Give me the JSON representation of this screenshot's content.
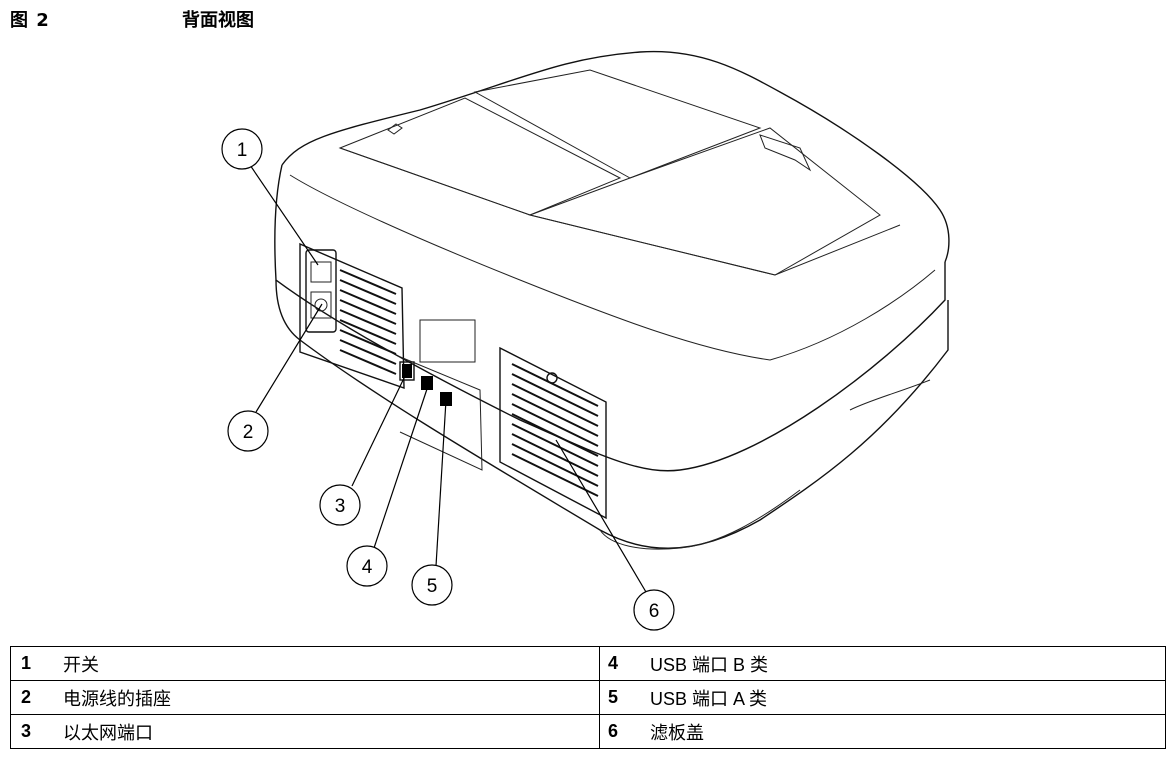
{
  "figure": {
    "label": "图 2",
    "title": "背面视图"
  },
  "callouts": [
    "1",
    "2",
    "3",
    "4",
    "5",
    "6"
  ],
  "legend": [
    [
      {
        "num": "1",
        "text": "开关"
      },
      {
        "num": "4",
        "text": "USB 端口 B 类"
      }
    ],
    [
      {
        "num": "2",
        "text": "电源线的插座"
      },
      {
        "num": "5",
        "text": "USB 端口 A 类"
      }
    ],
    [
      {
        "num": "3",
        "text": "以太网端口"
      },
      {
        "num": "6",
        "text": "滤板盖"
      }
    ]
  ]
}
